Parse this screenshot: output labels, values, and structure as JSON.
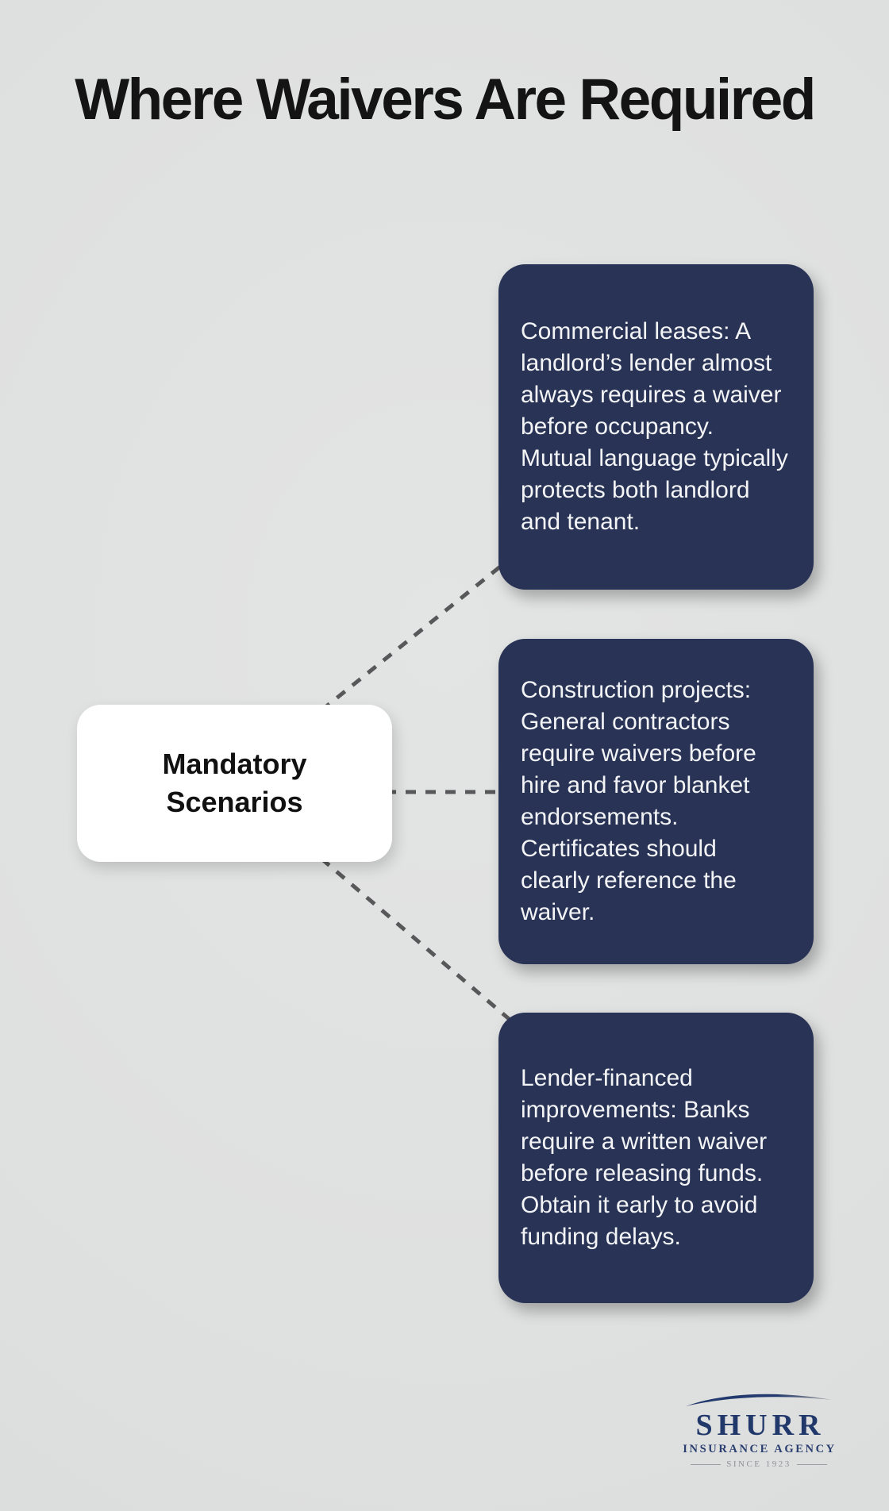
{
  "title": "Where Waivers Are Required",
  "center_node": {
    "label": "Mandatory Scenarios"
  },
  "branches": [
    {
      "text": "Commercial leases: A landlord’s lender almost always requires a waiver before occupancy. Mutual language typically protects both landlord and tenant."
    },
    {
      "text": "Construction projects: General contractors require waivers before hire and favor blanket endorsements. Certificates should clearly reference the waiver."
    },
    {
      "text": "Lender-financed improvements: Banks require a written waiver before releasing funds. Obtain it early to avoid funding delays."
    }
  ],
  "logo": {
    "name": "SHURR",
    "subtitle": "INSURANCE AGENCY",
    "tagline": "SINCE 1923"
  },
  "colors": {
    "background": "#dfe1e1",
    "card_navy": "#293355",
    "card_text": "#f3f4f6",
    "connector_gray": "#58585a",
    "title_black": "#141414",
    "logo_navy": "#21386b"
  }
}
